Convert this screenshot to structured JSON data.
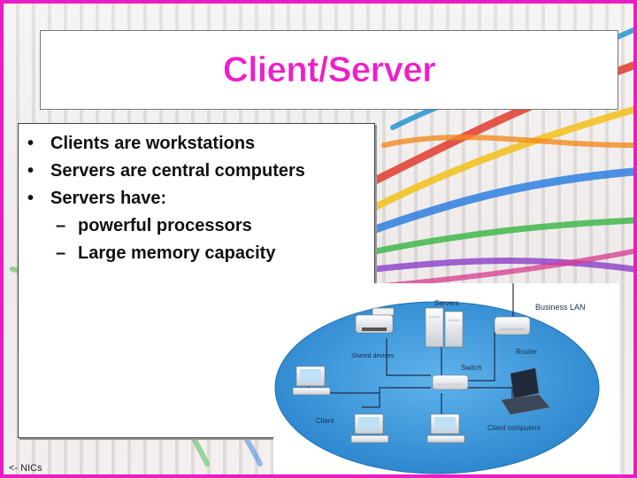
{
  "slide": {
    "title": "Client/Server",
    "bullets": [
      {
        "level": 1,
        "text": "Clients are workstations"
      },
      {
        "level": 1,
        "text": "Servers are central computers"
      },
      {
        "level": 1,
        "text": "Servers have:"
      },
      {
        "level": 2,
        "text": "powerful processors"
      },
      {
        "level": 2,
        "text": "Large memory capacity"
      }
    ],
    "footer": "<- NICs"
  },
  "diagram": {
    "labels": {
      "servers": "Servers",
      "business_lan": "Business LAN",
      "shared_devices": "Shared devices",
      "router": "Router",
      "switch": "Switch",
      "client": "Client",
      "client_computers": "Client computers"
    }
  },
  "colors": {
    "frame": "#ec1cc4",
    "title": "#ee1fc8",
    "ellipse": "#2c8fd6"
  }
}
